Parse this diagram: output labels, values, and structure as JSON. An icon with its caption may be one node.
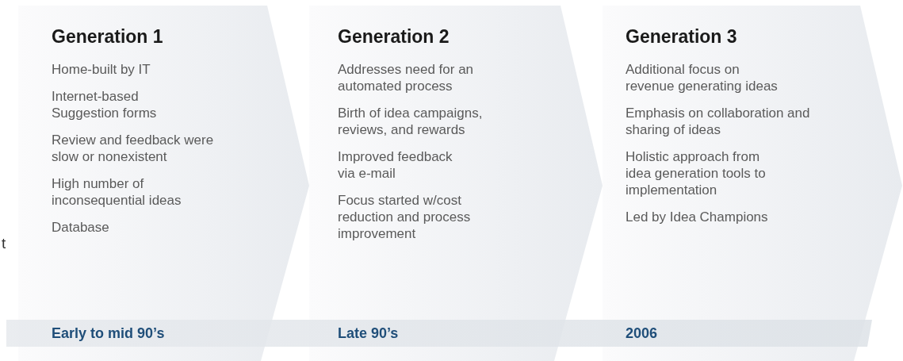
{
  "diagram": {
    "nodes": [
      {
        "text": [
          "Generation 1",
          "Home-built by IT",
          "Internet-based Suggestion forms",
          "Review and feedback were slow or nonexistent",
          "High number of inconsequential ideas",
          "Database"
        ]
      },
      {
        "text": [
          "Generation 2",
          "Addresses need for an automated process",
          "Birth of idea campaigns, reviews, and rewards",
          "Improved feedback via e-mail",
          "Focus started w/cost reduction and process improvement"
        ]
      },
      {
        "text": [
          "Generation 3",
          "Additional focus on revenue generating ideas",
          "Emphasis on collaboration and sharing of ideas",
          "Holistic approach from idea generation tools to implementation",
          "Led by Idea Champions"
        ]
      },
      {
        "text": [
          "Early to mid 90’s",
          "Late 90’s",
          "2006"
        ]
      }
    ],
    "labels": [
      "t"
    ]
  }
}
